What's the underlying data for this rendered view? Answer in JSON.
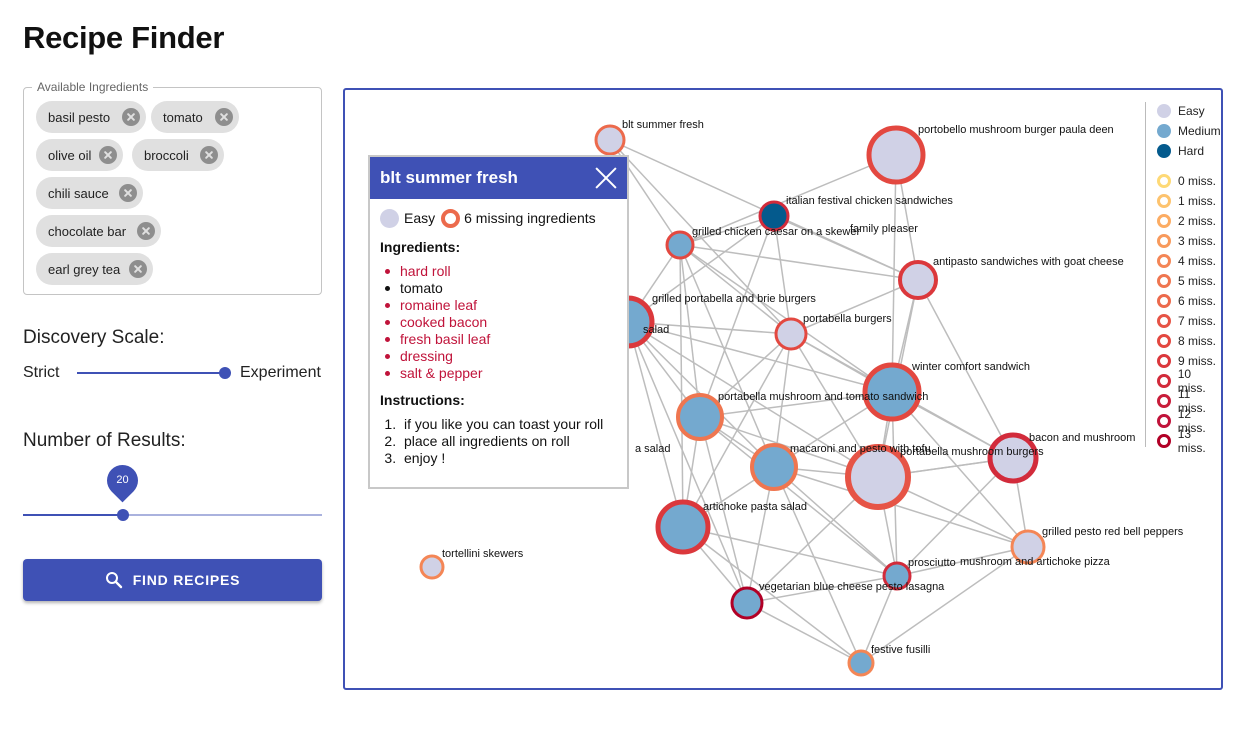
{
  "app": {
    "title": "Recipe Finder"
  },
  "ingredients": {
    "legend": "Available Ingredients",
    "chips": [
      {
        "label": "basil pesto"
      },
      {
        "label": "tomato"
      },
      {
        "label": "olive oil"
      },
      {
        "label": "broccoli"
      },
      {
        "label": "chili sauce"
      },
      {
        "label": "chocolate bar"
      },
      {
        "label": "earl grey tea"
      }
    ]
  },
  "discovery": {
    "label": "Discovery Scale:",
    "min_label": "Strict",
    "max_label": "Experiment",
    "value_fraction": 1.0
  },
  "results": {
    "label": "Number of Results:",
    "value": "20",
    "value_fraction": 0.33
  },
  "find_button": {
    "label": "FIND RECIPES",
    "icon": "search-icon"
  },
  "legend": {
    "difficulty": [
      {
        "label": "Easy",
        "color": "#d0d1e6"
      },
      {
        "label": "Medium",
        "color": "#74a9cf"
      },
      {
        "label": "Hard",
        "color": "#045a8d"
      }
    ],
    "missing": [
      {
        "label": "0 miss.",
        "color": "#fed976"
      },
      {
        "label": "1 miss.",
        "color": "#fdc36e"
      },
      {
        "label": "2 miss.",
        "color": "#fcac63"
      },
      {
        "label": "3 miss.",
        "color": "#f89a5c"
      },
      {
        "label": "4 miss.",
        "color": "#f48656"
      },
      {
        "label": "5 miss.",
        "color": "#ef7650"
      },
      {
        "label": "6 miss.",
        "color": "#ec6a4c"
      },
      {
        "label": "7 miss.",
        "color": "#e65446"
      },
      {
        "label": "8 miss.",
        "color": "#e34840"
      },
      {
        "label": "9 miss.",
        "color": "#db383c"
      },
      {
        "label": "10 miss.",
        "color": "#d22b3b"
      },
      {
        "label": "11 miss.",
        "color": "#c81d3a"
      },
      {
        "label": "12 miss.",
        "color": "#c0133a"
      },
      {
        "label": "13 miss.",
        "color": "#b10026"
      }
    ]
  },
  "popup": {
    "title": "blt summer fresh",
    "difficulty": "Easy",
    "missing_text": "6 missing ingredients",
    "ingredients_heading": "Ingredients:",
    "ingredients": [
      {
        "name": "hard roll",
        "missing": true
      },
      {
        "name": "tomato",
        "missing": false
      },
      {
        "name": "romaine leaf",
        "missing": true
      },
      {
        "name": "cooked bacon",
        "missing": true
      },
      {
        "name": "fresh basil leaf",
        "missing": true
      },
      {
        "name": "dressing",
        "missing": true
      },
      {
        "name": "salt & pepper",
        "missing": true
      }
    ],
    "instructions_heading": "Instructions:",
    "instructions": [
      "if you like you can toast your roll",
      "place all ingredients on roll",
      "enjoy !"
    ]
  },
  "graph": {
    "nodes": [
      {
        "label": "blt summer fresh",
        "difficulty": "Easy",
        "missing": 6
      },
      {
        "label": "portobello mushroom burger paula deen",
        "difficulty": "Easy",
        "missing": 8
      },
      {
        "label": "italian festival chicken sandwiches",
        "difficulty": "Hard",
        "missing": 10
      },
      {
        "label": "grilled chicken caesar on a skewer",
        "difficulty": "Medium",
        "missing": 8
      },
      {
        "label": "family pleaser",
        "difficulty": "",
        "missing": null
      },
      {
        "label": "antipasto sandwiches with goat cheese",
        "difficulty": "Easy",
        "missing": 9
      },
      {
        "label": "grilled portabella and brie burgers",
        "difficulty": "Medium",
        "missing": 9
      },
      {
        "label": "portabella burgers",
        "difficulty": "Easy",
        "missing": 8
      },
      {
        "label": "winter comfort sandwich",
        "difficulty": "Medium",
        "missing": 8
      },
      {
        "label": "portabella mushroom and tomato sandwich",
        "difficulty": "Medium",
        "missing": 5
      },
      {
        "label": "macaroni and pesto with tofu",
        "difficulty": "Medium",
        "missing": 5
      },
      {
        "label": "portabella mushroom burgers",
        "difficulty": "Easy",
        "missing": 7
      },
      {
        "label": "bacon and mushroom",
        "difficulty": "Easy",
        "missing": 10
      },
      {
        "label": "artichoke pasta salad",
        "difficulty": "Medium",
        "missing": 9
      },
      {
        "label": "grilled pesto red bell peppers",
        "difficulty": "Easy",
        "missing": 4
      },
      {
        "label": "prosciutto",
        "difficulty": "Medium",
        "missing": 10
      },
      {
        "label": "mushroom and artichoke pizza",
        "difficulty": "",
        "missing": null
      },
      {
        "label": "vegetarian blue cheese pesto lasagna",
        "difficulty": "Medium",
        "missing": 13
      },
      {
        "label": "festive fusilli",
        "difficulty": "Medium",
        "missing": 4
      },
      {
        "label": "tortellini skewers",
        "difficulty": "Easy",
        "missing": 4
      },
      {
        "label": "salad",
        "difficulty": "",
        "missing": null
      },
      {
        "label": "a salad",
        "difficulty": "",
        "missing": null
      }
    ]
  }
}
